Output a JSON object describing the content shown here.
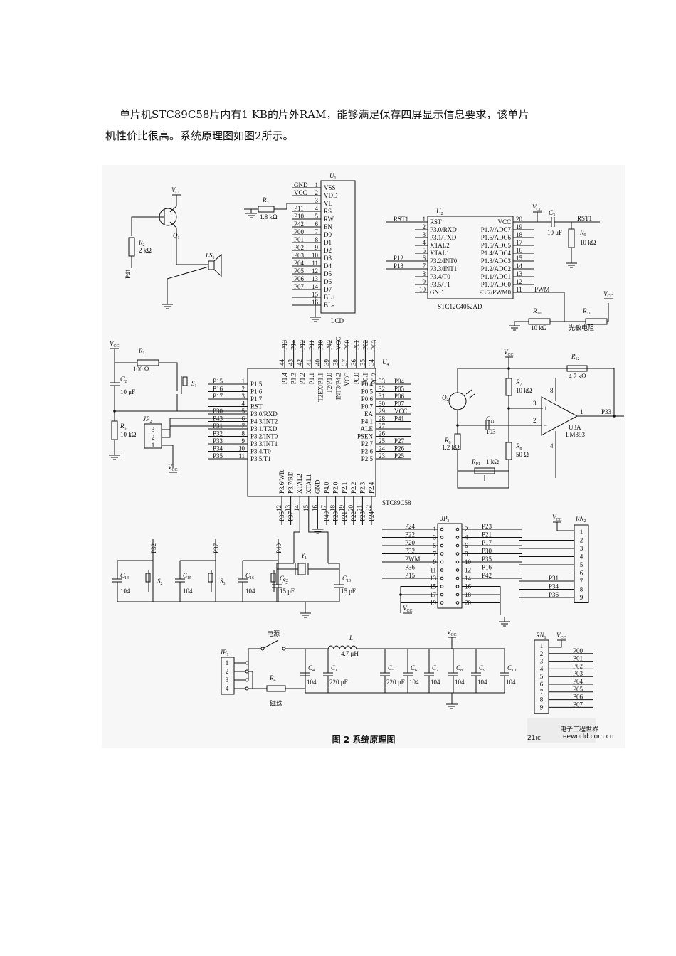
{
  "text": {
    "line1": "单片机STC89C58片内有1 KB的片外RAM，能够满足保存四屏显示信息要求，该单片",
    "line2": "机性价比很高。系统原理图如图2所示。"
  },
  "figure": {
    "caption": "图 2    系统原理图",
    "watermark_big": "21ic",
    "watermark_cn": "电子工程世界",
    "watermark_url": "eeworld.com.cn",
    "lcd": {
      "ref": "U",
      "sub": "1",
      "name": "LCD",
      "pins": [
        {
          "num": "1",
          "name": "VSS",
          "net": "GND"
        },
        {
          "num": "2",
          "name": "VDD",
          "net": "VCC"
        },
        {
          "num": "3",
          "name": "VL",
          "net": ""
        },
        {
          "num": "4",
          "name": "RS",
          "net": "P11"
        },
        {
          "num": "5",
          "name": "RW",
          "net": "P10"
        },
        {
          "num": "6",
          "name": "EN",
          "net": "P42"
        },
        {
          "num": "7",
          "name": "D0",
          "net": "P00"
        },
        {
          "num": "8",
          "name": "D1",
          "net": "P01"
        },
        {
          "num": "9",
          "name": "D2",
          "net": "P02"
        },
        {
          "num": "10",
          "name": "D3",
          "net": "P03"
        },
        {
          "num": "11",
          "name": "D4",
          "net": "P04"
        },
        {
          "num": "12",
          "name": "D5",
          "net": "P05"
        },
        {
          "num": "13",
          "name": "D6",
          "net": "P06"
        },
        {
          "num": "14",
          "name": "D7",
          "net": "P07"
        },
        {
          "num": "15",
          "name": "BL+",
          "net": ""
        },
        {
          "num": "16",
          "name": "BL-",
          "net": ""
        }
      ],
      "r3": "R",
      "r3sub": "3",
      "r3val": "1.8 kΩ"
    },
    "adc": {
      "ref": "U",
      "sub": "2",
      "name": "STC12C4052AD",
      "left": [
        {
          "num": "1",
          "name": "RST",
          "net": "RST1"
        },
        {
          "num": "2",
          "name": "P3.0/RXD",
          "net": ""
        },
        {
          "num": "3",
          "name": "P3.1/TXD",
          "net": ""
        },
        {
          "num": "4",
          "name": "XTAL2",
          "net": ""
        },
        {
          "num": "5",
          "name": "XTAL1",
          "net": ""
        },
        {
          "num": "6",
          "name": "P3.2/INT0",
          "net": "P12"
        },
        {
          "num": "7",
          "name": "P3.3/INT1",
          "net": "P13"
        },
        {
          "num": "8",
          "name": "P3.4/T0",
          "net": ""
        },
        {
          "num": "9",
          "name": "P3.5/T1",
          "net": ""
        },
        {
          "num": "10",
          "name": "GND",
          "net": ""
        }
      ],
      "right": [
        {
          "num": "20",
          "name": "VCC",
          "net": ""
        },
        {
          "num": "19",
          "name": "P1.7/ADC7",
          "net": ""
        },
        {
          "num": "18",
          "name": "P1.6/ADC6",
          "net": ""
        },
        {
          "num": "17",
          "name": "P1.5/ADC5",
          "net": ""
        },
        {
          "num": "16",
          "name": "P1.4/ADC4",
          "net": ""
        },
        {
          "num": "15",
          "name": "P1.3/ADC3",
          "net": ""
        },
        {
          "num": "14",
          "name": "P1.2/ADC2",
          "net": ""
        },
        {
          "num": "13",
          "name": "P1.1/ADC1",
          "net": ""
        },
        {
          "num": "12",
          "name": "P1.0/ADC0",
          "net": ""
        },
        {
          "num": "11",
          "name": "P3.7/PWM0",
          "net": "PWM"
        }
      ],
      "c3": "C",
      "c3sub": "3",
      "c3val": "10 μF",
      "r9": "R",
      "r9sub": "9",
      "r9val": "10 kΩ",
      "rst1": "RST1",
      "r10": "R",
      "r10sub": "10",
      "r10val": "10 kΩ",
      "r11": "R",
      "r11sub": "11",
      "r11val": "光敏电阻"
    },
    "vcc": "V",
    "vccsub": "CC",
    "buzzer": {
      "q1": "Q",
      "q1sub": "1",
      "r2": "R",
      "r2sub": "2",
      "r2val": "2 kΩ",
      "ls": "LS",
      "lssub": "1",
      "net": "P41"
    },
    "mcu": {
      "ref": "U",
      "sub": "4",
      "name": "STC89C58",
      "left": [
        {
          "num": "1",
          "name": "P1.5",
          "net": "P15"
        },
        {
          "num": "2",
          "name": "P1.6",
          "net": "P16"
        },
        {
          "num": "3",
          "name": "P1.7",
          "net": "P17"
        },
        {
          "num": "4",
          "name": "RST",
          "net": ""
        },
        {
          "num": "5",
          "name": "P3.0/RXD",
          "net": "P30"
        },
        {
          "num": "6",
          "name": "P4.3/INT2",
          "net": "P43"
        },
        {
          "num": "7",
          "name": "P3.1/TXD",
          "net": "P31"
        },
        {
          "num": "8",
          "name": "P3.2/INT0",
          "net": "P32"
        },
        {
          "num": "9",
          "name": "P3.3/INT1",
          "net": "P33"
        },
        {
          "num": "10",
          "name": "P3.4/T0",
          "net": "P34"
        },
        {
          "num": "11",
          "name": "P3.5/T1",
          "net": "P35"
        }
      ],
      "right": [
        {
          "num": "33",
          "name": "P0.4",
          "net": "P04"
        },
        {
          "num": "32",
          "name": "P0.5",
          "net": "P05"
        },
        {
          "num": "31",
          "name": "P0.6",
          "net": "P06"
        },
        {
          "num": "30",
          "name": "P0.7",
          "net": "P07"
        },
        {
          "num": "29",
          "name": "EA",
          "net": "VCC"
        },
        {
          "num": "28",
          "name": "P4.1",
          "net": "P41"
        },
        {
          "num": "27",
          "name": "ALE",
          "net": ""
        },
        {
          "num": "26",
          "name": "PSEN",
          "net": ""
        },
        {
          "num": "25",
          "name": "P2.7",
          "net": "P27"
        },
        {
          "num": "24",
          "name": "P2.6",
          "net": "P26"
        },
        {
          "num": "23",
          "name": "P2.5",
          "net": "P25"
        }
      ],
      "top": [
        {
          "num": "44",
          "name": "P1.4",
          "net": "P13"
        },
        {
          "num": "43",
          "name": "P1.3",
          "net": "P14"
        },
        {
          "num": "42",
          "name": "P1.2",
          "net": "P12"
        },
        {
          "num": "41",
          "name": "P1.1",
          "net": "P11"
        },
        {
          "num": "40",
          "name": "T2EX/P1.1",
          "net": "P10"
        },
        {
          "num": "39",
          "name": "T2/P1.0",
          "net": "P42"
        },
        {
          "num": "38",
          "name": "INT3/P4.2",
          "net": "VCC"
        },
        {
          "num": "37",
          "name": "VCC",
          "net": "P00"
        },
        {
          "num": "36",
          "name": "P0.0",
          "net": "P01"
        },
        {
          "num": "35",
          "name": "P0.1",
          "net": "P02"
        },
        {
          "num": "34",
          "name": "P0.2",
          "net": "P03"
        }
      ],
      "bottom": [
        {
          "num": "12",
          "name": "P3.6/WR",
          "net": "P36"
        },
        {
          "num": "13",
          "name": "P3.7/RD",
          "net": "P37"
        },
        {
          "num": "14",
          "name": "XTAL2",
          "net": ""
        },
        {
          "num": "15",
          "name": "XTAL1",
          "net": ""
        },
        {
          "num": "16",
          "name": "GND",
          "net": ""
        },
        {
          "num": "17",
          "name": "P4.0",
          "net": "P40"
        },
        {
          "num": "18",
          "name": "P2.0",
          "net": "P20"
        },
        {
          "num": "19",
          "name": "P2.1",
          "net": "P21"
        },
        {
          "num": "20",
          "name": "P2.2",
          "net": "P22"
        },
        {
          "num": "21",
          "name": "P2.3",
          "net": "P23"
        },
        {
          "num": "22",
          "name": "P2.4",
          "net": "P24"
        }
      ],
      "bottom_extra": "P2.3"
    },
    "reset": {
      "r1": "R",
      "r1sub": "1",
      "r1val": "100 Ω",
      "c2": "C",
      "c2sub": "2",
      "c2val": "10 μF",
      "s1": "S",
      "s1sub": "1",
      "r5": "R",
      "r5sub": "5",
      "r5val": "10 kΩ",
      "jp2": "JP",
      "jp2sub": "2",
      "pins": [
        "3",
        "2",
        "1"
      ]
    },
    "comparator": {
      "q2": "Q",
      "q2sub": "2",
      "r7": "R",
      "r7sub": "7",
      "r7val": "10 kΩ",
      "r12": "R",
      "r12sub": "12",
      "r12val": "4.7 kΩ",
      "c11": "C",
      "c11sub": "11",
      "c11val": "103",
      "r6": "R",
      "r6sub": "6",
      "r6val": "1.2 kΩ",
      "r8": "R",
      "r8sub": "8",
      "r8val": "50 Ω",
      "rp1": "R",
      "rp1sub": "P1",
      "rp1val": "1 kΩ",
      "u3a": "U3A",
      "lm": "LM393",
      "out": "P33",
      "p8": "8",
      "p3": "3",
      "p2": "2",
      "p1": "1",
      "p4": "4",
      "plus": "+",
      "minus": "−"
    },
    "keys": [
      {
        "net": "P32",
        "c": "C",
        "csub": "14",
        "cval": "104",
        "s": "S",
        "ssub": "2"
      },
      {
        "net": "P37",
        "c": "C",
        "csub": "15",
        "cval": "104",
        "s": "S",
        "ssub": "3"
      },
      {
        "net": "P40",
        "c": "C",
        "csub": "16",
        "cval": "104",
        "s": "S",
        "ssub": "4"
      }
    ],
    "crystal": {
      "y": "Y",
      "ysub": "1",
      "c12": "C",
      "c12sub": "12",
      "c12val": "15 pF",
      "c13": "C",
      "c13sub": "13",
      "c13val": "15 pF"
    },
    "jp3": {
      "ref": "JP",
      "sub": "3",
      "left": [
        {
          "num": "1",
          "net": "P24"
        },
        {
          "num": "3",
          "net": "P22"
        },
        {
          "num": "5",
          "net": "P20"
        },
        {
          "num": "7",
          "net": "P32"
        },
        {
          "num": "9",
          "net": "PWM"
        },
        {
          "num": "11",
          "net": "P36"
        },
        {
          "num": "13",
          "net": "P15"
        },
        {
          "num": "15",
          "net": ""
        },
        {
          "num": "17",
          "net": ""
        },
        {
          "num": "19",
          "net": ""
        }
      ],
      "right": [
        {
          "num": "2",
          "net": "P23"
        },
        {
          "num": "4",
          "net": "P21"
        },
        {
          "num": "6",
          "net": "P17"
        },
        {
          "num": "8",
          "net": "P30"
        },
        {
          "num": "10",
          "net": "P35"
        },
        {
          "num": "12",
          "net": "P16"
        },
        {
          "num": "14",
          "net": "P42"
        },
        {
          "num": "16",
          "net": ""
        },
        {
          "num": "18",
          "net": ""
        },
        {
          "num": "20",
          "net": ""
        }
      ]
    },
    "rn2": {
      "ref": "RN",
      "sub": "2",
      "pins": [
        "1",
        "2",
        "3",
        "4",
        "5",
        "6",
        "7",
        "8",
        "9"
      ],
      "nets": [
        "",
        "",
        "",
        "",
        "",
        "",
        "P31",
        "P34",
        "P36"
      ]
    },
    "power": {
      "jp1": "JP",
      "jp1sub": "1",
      "jp1pins": [
        "1",
        "2",
        "3",
        "4"
      ],
      "switch": "电源",
      "l1": "L",
      "l1sub": "1",
      "l1val": "4.7 μH",
      "r4": "R",
      "r4sub": "4",
      "r4val": "磁珠",
      "caps": [
        {
          "c": "C",
          "sub": "4",
          "val": "104"
        },
        {
          "c": "C",
          "sub": "1",
          "val": "220 μF"
        },
        {
          "c": "C",
          "sub": "5",
          "val": "220 μF"
        },
        {
          "c": "C",
          "sub": "6",
          "val": "104"
        },
        {
          "c": "C",
          "sub": "7",
          "val": "104"
        },
        {
          "c": "C",
          "sub": "8",
          "val": "104"
        },
        {
          "c": "C",
          "sub": "9",
          "val": "104"
        },
        {
          "c": "C",
          "sub": "10",
          "val": "104"
        }
      ]
    },
    "rn1": {
      "ref": "RN",
      "sub": "1",
      "pins": [
        "1",
        "2",
        "3",
        "4",
        "5",
        "6",
        "7",
        "8",
        "9"
      ],
      "nets": [
        "",
        "P00",
        "P01",
        "P02",
        "P03",
        "P04",
        "P05",
        "P06",
        "P07"
      ]
    }
  }
}
